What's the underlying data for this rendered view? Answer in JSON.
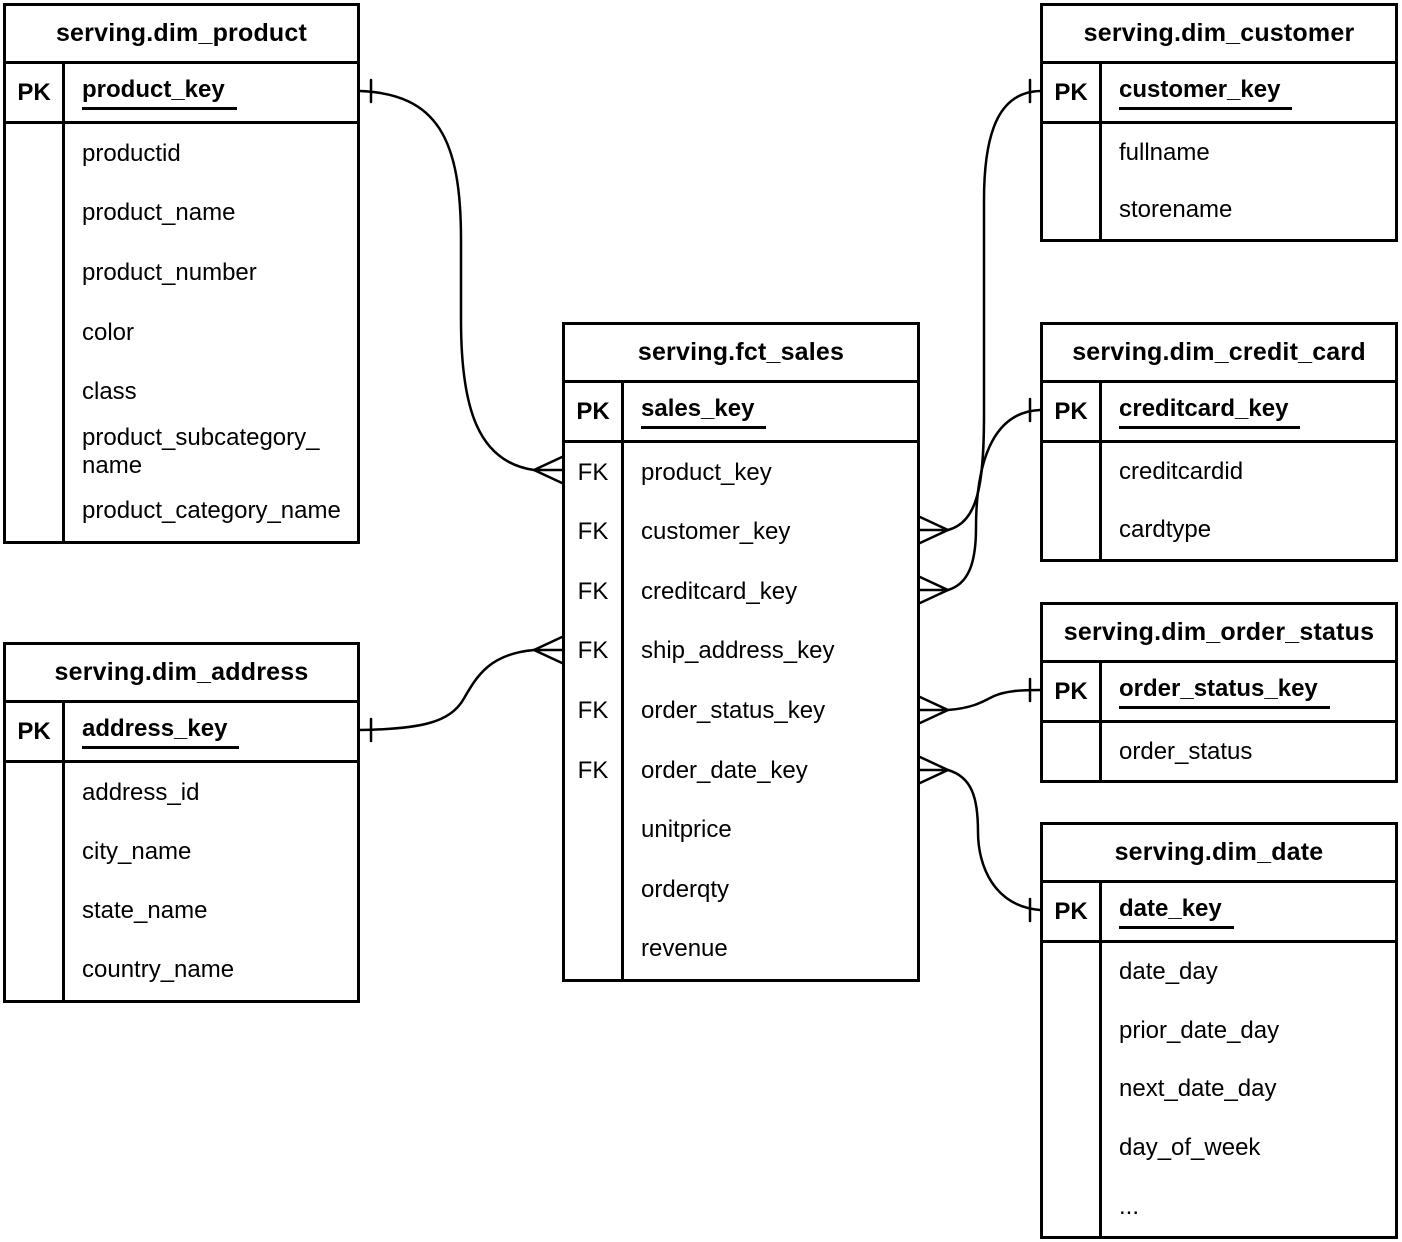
{
  "tables": {
    "dim_product": {
      "title": "serving.dim_product",
      "pk": {
        "key": "PK",
        "field": "product_key"
      },
      "rows": [
        {
          "key": "",
          "field": "productid"
        },
        {
          "key": "",
          "field": "product_name"
        },
        {
          "key": "",
          "field": "product_number"
        },
        {
          "key": "",
          "field": "color"
        },
        {
          "key": "",
          "field": "class"
        },
        {
          "key": "",
          "field": "product_subcategory_name"
        },
        {
          "key": "",
          "field": "product_category_name"
        }
      ]
    },
    "dim_customer": {
      "title": "serving.dim_customer",
      "pk": {
        "key": "PK",
        "field": "customer_key"
      },
      "rows": [
        {
          "key": "",
          "field": "fullname"
        },
        {
          "key": "",
          "field": "storename"
        }
      ]
    },
    "fct_sales": {
      "title": "serving.fct_sales",
      "pk": {
        "key": "PK",
        "field": "sales_key"
      },
      "rows": [
        {
          "key": "FK",
          "field": "product_key"
        },
        {
          "key": "FK",
          "field": "customer_key"
        },
        {
          "key": "FK",
          "field": "creditcard_key"
        },
        {
          "key": "FK",
          "field": "ship_address_key"
        },
        {
          "key": "FK",
          "field": "order_status_key"
        },
        {
          "key": "FK",
          "field": "order_date_key"
        },
        {
          "key": "",
          "field": "unitprice"
        },
        {
          "key": "",
          "field": "orderqty"
        },
        {
          "key": "",
          "field": "revenue"
        }
      ]
    },
    "dim_credit_card": {
      "title": "serving.dim_credit_card",
      "pk": {
        "key": "PK",
        "field": "creditcard_key"
      },
      "rows": [
        {
          "key": "",
          "field": "creditcardid"
        },
        {
          "key": "",
          "field": "cardtype"
        }
      ]
    },
    "dim_order_status": {
      "title": "serving.dim_order_status",
      "pk": {
        "key": "PK",
        "field": "order_status_key"
      },
      "rows": [
        {
          "key": "",
          "field": "order_status"
        }
      ]
    },
    "dim_date": {
      "title": "serving.dim_date",
      "pk": {
        "key": "PK",
        "field": "date_key"
      },
      "rows": [
        {
          "key": "",
          "field": "date_day"
        },
        {
          "key": "",
          "field": "prior_date_day"
        },
        {
          "key": "",
          "field": "next_date_day"
        },
        {
          "key": "",
          "field": "day_of_week"
        },
        {
          "key": "",
          "field": "..."
        }
      ]
    },
    "dim_address": {
      "title": "serving.dim_address",
      "pk": {
        "key": "PK",
        "field": "address_key"
      },
      "rows": [
        {
          "key": "",
          "field": "address_id"
        },
        {
          "key": "",
          "field": "city_name"
        },
        {
          "key": "",
          "field": "state_name"
        },
        {
          "key": "",
          "field": "country_name"
        }
      ]
    }
  },
  "relationships": [
    {
      "one": "serving.dim_product.product_key",
      "many": "serving.fct_sales.product_key"
    },
    {
      "one": "serving.dim_customer.customer_key",
      "many": "serving.fct_sales.customer_key"
    },
    {
      "one": "serving.dim_credit_card.creditcard_key",
      "many": "serving.fct_sales.creditcard_key"
    },
    {
      "one": "serving.dim_address.address_key",
      "many": "serving.fct_sales.ship_address_key"
    },
    {
      "one": "serving.dim_order_status.order_status_key",
      "many": "serving.fct_sales.order_status_key"
    },
    {
      "one": "serving.dim_date.date_key",
      "many": "serving.fct_sales.order_date_key"
    }
  ],
  "notation": {
    "one_marker": "single-tick",
    "many_marker": "crow-foot"
  },
  "colors": {
    "line": "#000000",
    "text": "#000000",
    "background": "#ffffff"
  }
}
